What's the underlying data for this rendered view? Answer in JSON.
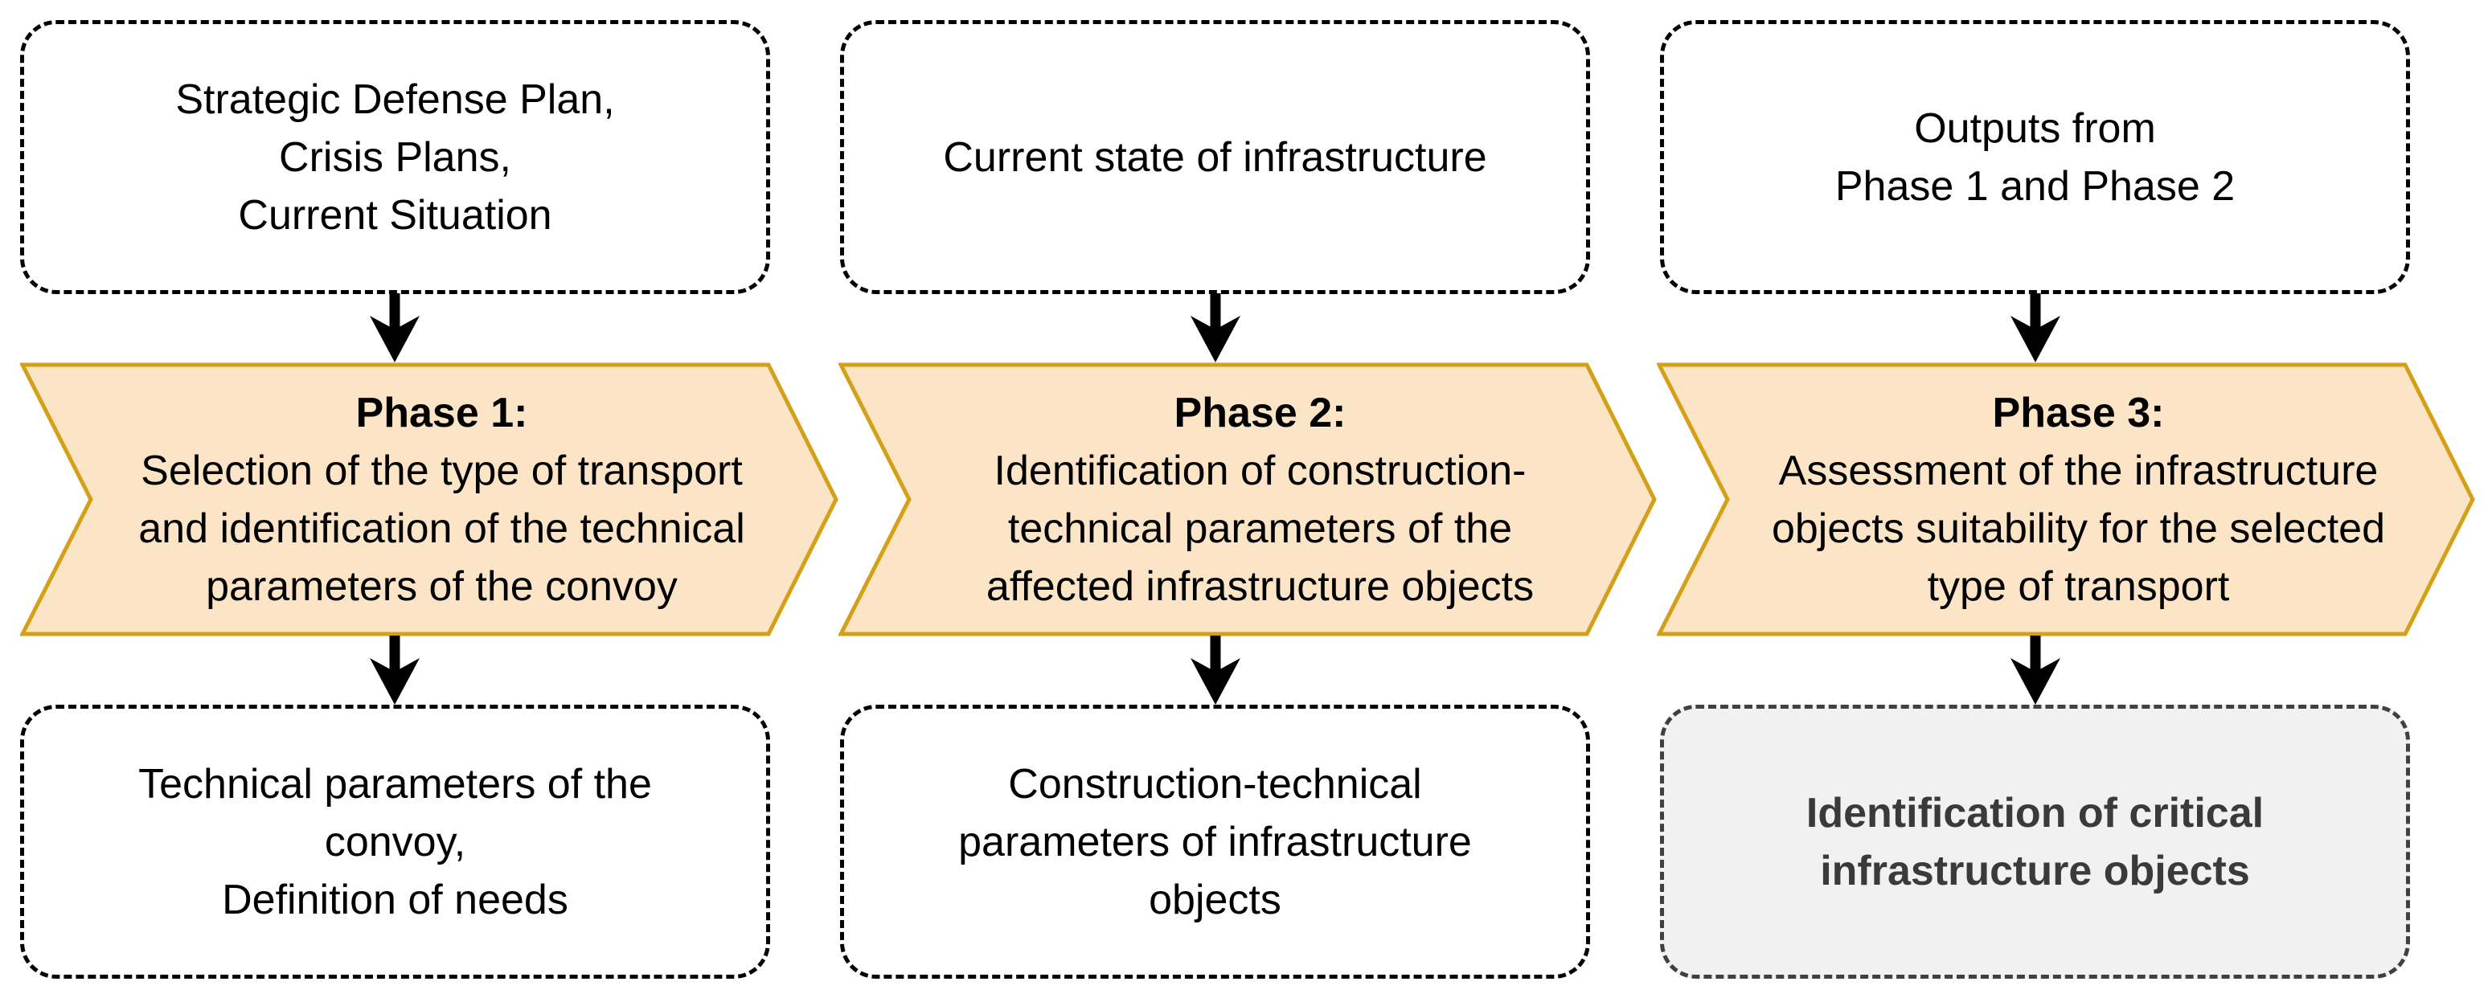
{
  "diagram": {
    "colors": {
      "chevron_fill": "#FCE4C7",
      "chevron_border": "#D4A017",
      "box_border": "#000000",
      "box_fill": "#FFFFFF",
      "highlight_fill": "#F1F1F1",
      "highlight_border": "#404040",
      "highlight_text": "#3A3A3A",
      "arrow": "#000000",
      "text": "#000000"
    },
    "columns": [
      {
        "input": {
          "lines": [
            "Strategic Defense Plan,",
            "Crisis Plans,",
            "Current Situation"
          ]
        },
        "phase": {
          "title": "Phase 1:",
          "lines": [
            "Selection of the type of transport",
            "and identification of the technical",
            "parameters of the convoy"
          ]
        },
        "output": {
          "lines": [
            "Technical parameters of the",
            "convoy,",
            "Definition of needs"
          ]
        }
      },
      {
        "input": {
          "lines": [
            "Current state of infrastructure"
          ]
        },
        "phase": {
          "title": "Phase 2:",
          "lines": [
            "Identification of construction-",
            "technical parameters of the",
            "affected infrastructure objects"
          ]
        },
        "output": {
          "lines": [
            "Construction-technical",
            "parameters of infrastructure",
            "objects"
          ]
        }
      },
      {
        "input": {
          "lines": [
            "Outputs from",
            "Phase 1 and Phase 2"
          ]
        },
        "phase": {
          "title": "Phase 3:",
          "lines": [
            "Assessment of the infrastructure",
            "objects suitability for the selected",
            "type of transport"
          ]
        },
        "output": {
          "lines": [
            "Identification of critical",
            "infrastructure objects"
          ]
        }
      }
    ]
  }
}
